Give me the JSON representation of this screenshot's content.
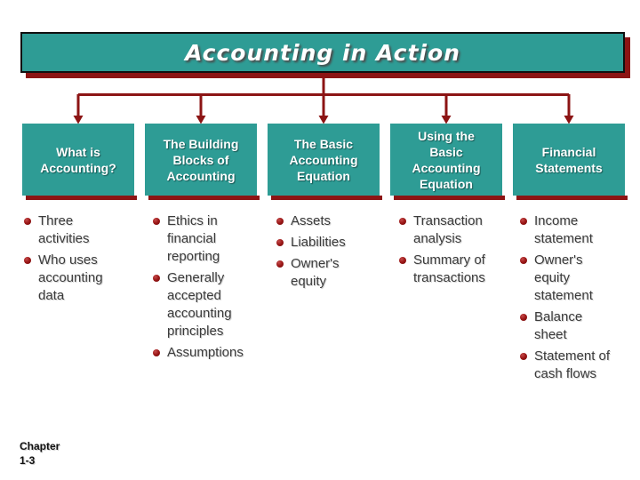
{
  "title": "Accounting in Action",
  "chapter": {
    "line1": "Chapter",
    "line2": "1-3"
  },
  "columns": [
    {
      "header": "What is Accounting?",
      "items": [
        "Three activities",
        "Who uses accounting data"
      ]
    },
    {
      "header": "The Building Blocks of Accounting",
      "items": [
        "Ethics in financial reporting",
        "Generally accepted accounting principles",
        "Assumptions"
      ]
    },
    {
      "header": "The Basic Accounting Equation",
      "items": [
        "Assets",
        "Liabilities",
        "Owner's equity"
      ]
    },
    {
      "header": "Using the Basic Accounting Equation",
      "items": [
        "Transaction analysis",
        "Summary of transactions"
      ]
    },
    {
      "header": "Financial Statements",
      "items": [
        "Income statement",
        "Owner's equity statement",
        "Balance sheet",
        "Statement of cash flows"
      ]
    }
  ],
  "colors": {
    "teal": "#2E9C95",
    "maroon": "#8C1414",
    "list_text": "#3B3B3B"
  }
}
